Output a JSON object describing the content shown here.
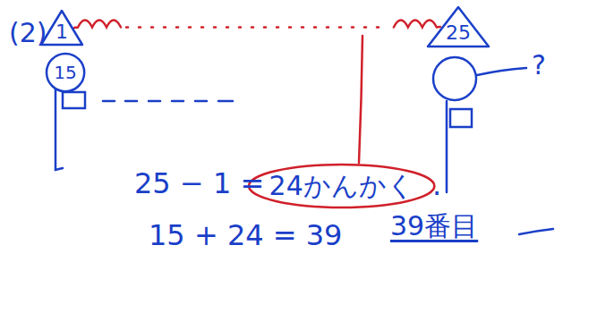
{
  "diagram": {
    "nodes": [
      {
        "text": [
          "1"
        ]
      },
      {
        "text": [
          "25"
        ]
      },
      {
        "text": [
          "15"
        ]
      },
      {
        "text": [
          "24かんかく"
        ]
      }
    ],
    "edges": [
      {
        "from": 0,
        "to": 1,
        "arrow": "none"
      }
    ],
    "labels": [
      "(2)",
      "?",
      "25 − 1 =",
      ".",
      "15 + 24 = 39",
      "39番目"
    ]
  }
}
